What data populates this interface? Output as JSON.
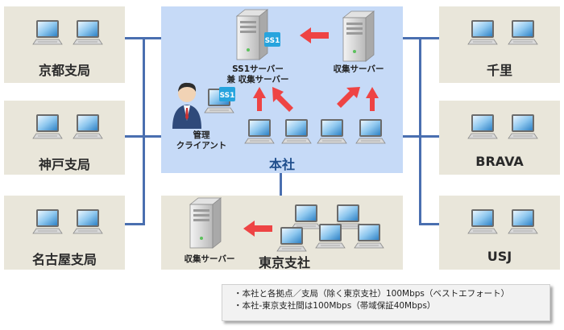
{
  "branches_left": [
    {
      "name": "京都支局"
    },
    {
      "name": "神戸支局"
    },
    {
      "name": "名古屋支局"
    }
  ],
  "branches_right": [
    {
      "name": "千里"
    },
    {
      "name": "BRAVA"
    },
    {
      "name": "USJ"
    }
  ],
  "hq": {
    "name": "本社",
    "ss1_server_line1": "SS1サーバー",
    "ss1_server_line2": "兼 収集サーバー",
    "collect_server": "収集サーバー",
    "admin_line1": "管理",
    "admin_line2": "クライアント",
    "ss1_badge": "SS1"
  },
  "tokyo": {
    "name": "東京支社",
    "collect_server": "収集サーバー"
  },
  "notes": [
    "・本社と各拠点／支局（除く東京支社）100Mbps（ベストエフォート）",
    "・本社-東京支社間は100Mbps（帯域保証40Mbps）"
  ],
  "colors": {
    "branch_bg": "#e9e6da",
    "hq_bg": "#c6daf7",
    "line": "#4a6fb0",
    "arrow": "#ee4444"
  }
}
